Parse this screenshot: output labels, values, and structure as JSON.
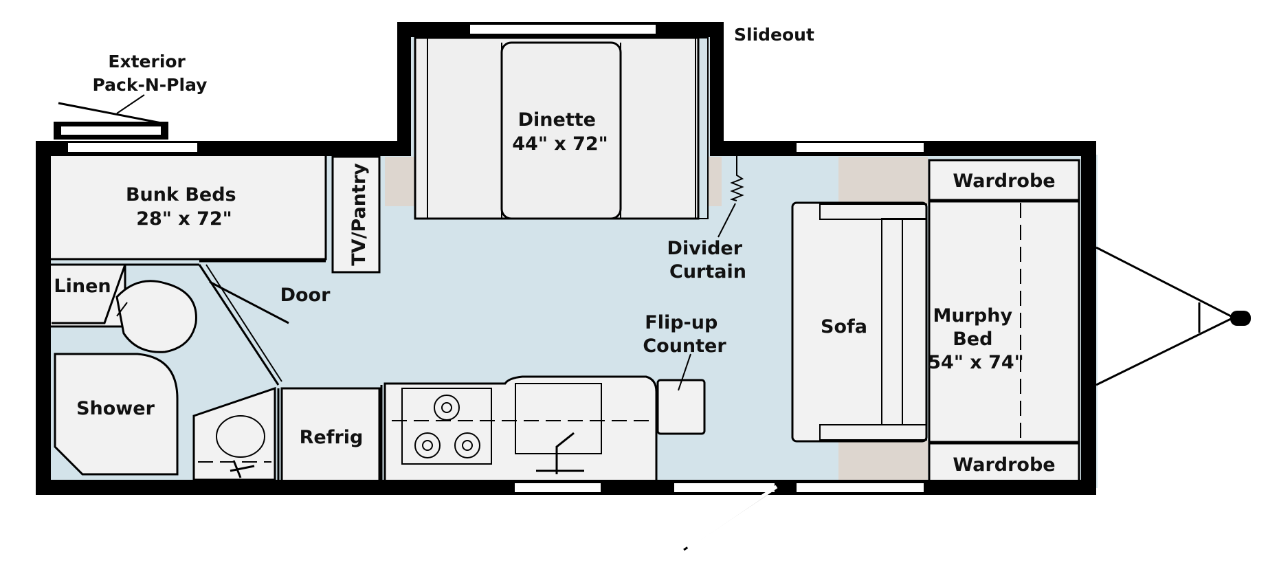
{
  "diagram": {
    "labels": {
      "slideout": "Slideout",
      "exterior_pack_n_play_line1": "Exterior",
      "exterior_pack_n_play_line2": "Pack-N-Play",
      "dinette_line1": "Dinette",
      "dinette_line2": "44\" x 72\"",
      "bunk_beds_line1": "Bunk Beds",
      "bunk_beds_line2": "28\" x 72\"",
      "tv_pantry": "TV/Pantry",
      "wardrobe_top": "Wardrobe",
      "wardrobe_bottom": "Wardrobe",
      "divider_curtain_line1": "Divider",
      "divider_curtain_line2": "Curtain",
      "linen": "Linen",
      "door": "Door",
      "sofa": "Sofa",
      "murphy_bed_line1": "Murphy",
      "murphy_bed_line2": "Bed",
      "murphy_bed_line3": "54\" x 74\"",
      "flip_up_counter_line1": "Flip-up",
      "flip_up_counter_line2": "Counter",
      "shower": "Shower",
      "refrig": "Refrig"
    },
    "colors": {
      "floor": "#d3e3ea",
      "furniture": "#efefef",
      "cabinet_tan": "#ddd6cf",
      "wall": "#000000"
    }
  }
}
